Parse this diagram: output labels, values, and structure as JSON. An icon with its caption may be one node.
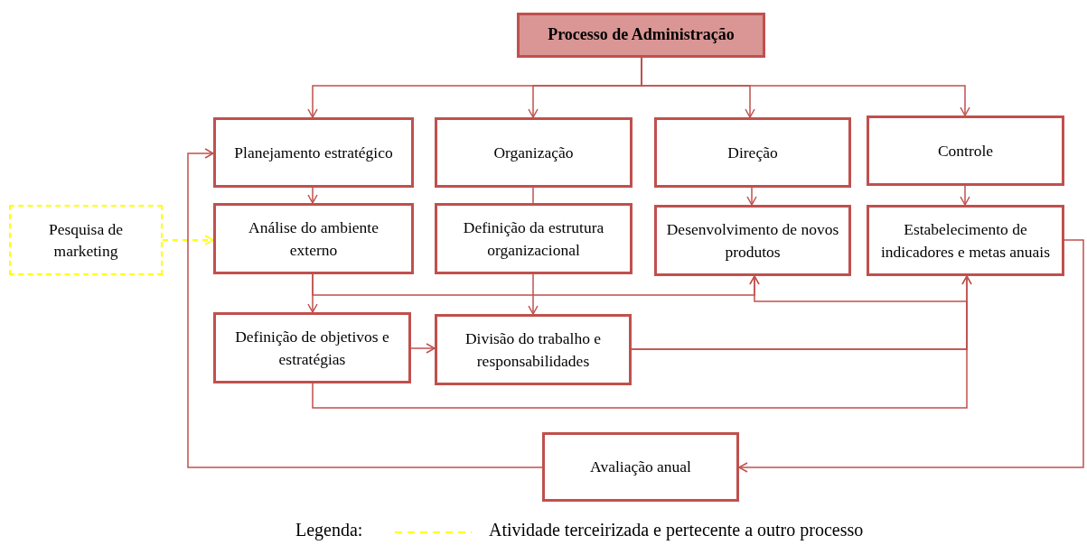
{
  "diagram": {
    "nodes": [
      {
        "text": [
          "Processo de Administração"
        ]
      },
      {
        "text": [
          "Planejamento estratégico"
        ]
      },
      {
        "text": [
          "Organização"
        ]
      },
      {
        "text": [
          "Direção"
        ]
      },
      {
        "text": [
          "Controle"
        ]
      },
      {
        "text": [
          "Análise do ambiente externo"
        ]
      },
      {
        "text": [
          "Definição da estrutura organizacional"
        ]
      },
      {
        "text": [
          "Desenvolvimento de novos produtos"
        ]
      },
      {
        "text": [
          "Estabelecimento de indicadores e metas anuais"
        ]
      },
      {
        "text": [
          "Pesquisa de marketing"
        ]
      },
      {
        "text": [
          "Definição de objetivos e estratégias"
        ]
      },
      {
        "text": [
          "Divisão do trabalho e responsabilidades"
        ]
      },
      {
        "text": [
          "Avaliação anual"
        ]
      }
    ],
    "edges": [
      {
        "from": 0,
        "to": 1,
        "arrow": "to"
      },
      {
        "from": 0,
        "to": 2,
        "arrow": "to"
      },
      {
        "from": 0,
        "to": 3,
        "arrow": "to"
      },
      {
        "from": 0,
        "to": 4,
        "arrow": "to"
      },
      {
        "from": 1,
        "to": 5,
        "arrow": "to"
      },
      {
        "from": 2,
        "to": 6,
        "arrow": "none"
      },
      {
        "from": 3,
        "to": 7,
        "arrow": "to"
      },
      {
        "from": 4,
        "to": 8,
        "arrow": "to"
      },
      {
        "from": 9,
        "to": 5,
        "arrow": "to",
        "style": "dashed",
        "color": "#ffff00"
      },
      {
        "from": 5,
        "to": 10,
        "arrow": "to"
      },
      {
        "from": 6,
        "to": 11,
        "arrow": "to"
      },
      {
        "from": 5,
        "to": 7,
        "arrow": "to"
      },
      {
        "from": 10,
        "to": 11,
        "arrow": "to"
      },
      {
        "from": 10,
        "to": 8,
        "arrow": "to"
      },
      {
        "from": 11,
        "to": 8,
        "arrow": "to"
      },
      {
        "from": 11,
        "to": 7,
        "arrow": "to"
      },
      {
        "from": 8,
        "to": 12,
        "arrow": "to"
      },
      {
        "from": 12,
        "to": 1,
        "arrow": "to"
      }
    ],
    "labels": [
      "Legenda:"
    ],
    "legend": [
      {
        "text": "Atividade terceirizada e pertecente a outro processo"
      }
    ]
  }
}
